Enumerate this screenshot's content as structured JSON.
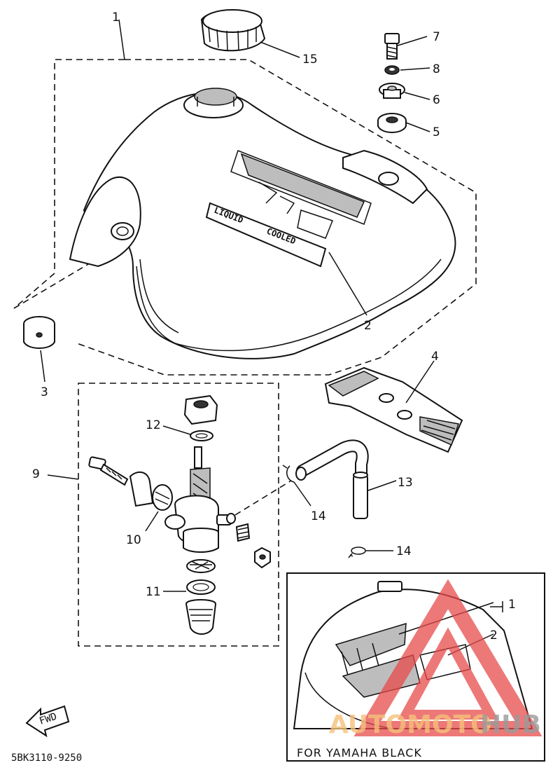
{
  "callouts": {
    "c1": "1",
    "c2": "2",
    "c3": "3",
    "c4": "4",
    "c5": "5",
    "c6": "6",
    "c7": "7",
    "c8": "8",
    "c9": "9",
    "c10": "10",
    "c11": "11",
    "c12": "12",
    "c13": "13",
    "c14a": "14",
    "c14b": "14",
    "c15": "15",
    "inset1": "1",
    "inset2": "2"
  },
  "decal": {
    "line1": "LIQUID",
    "line2": "COOLED"
  },
  "fwd_label": "FWD",
  "inset_caption": "FOR YAMAHA BLACK",
  "diagram_code": "5BK3110-9250",
  "watermark": {
    "part1": "AUTOMOTO",
    "part2": "HUB",
    "color1": "#f4c07a",
    "color2": "#9a9a9a",
    "triangle_color": "#e84b4b"
  }
}
